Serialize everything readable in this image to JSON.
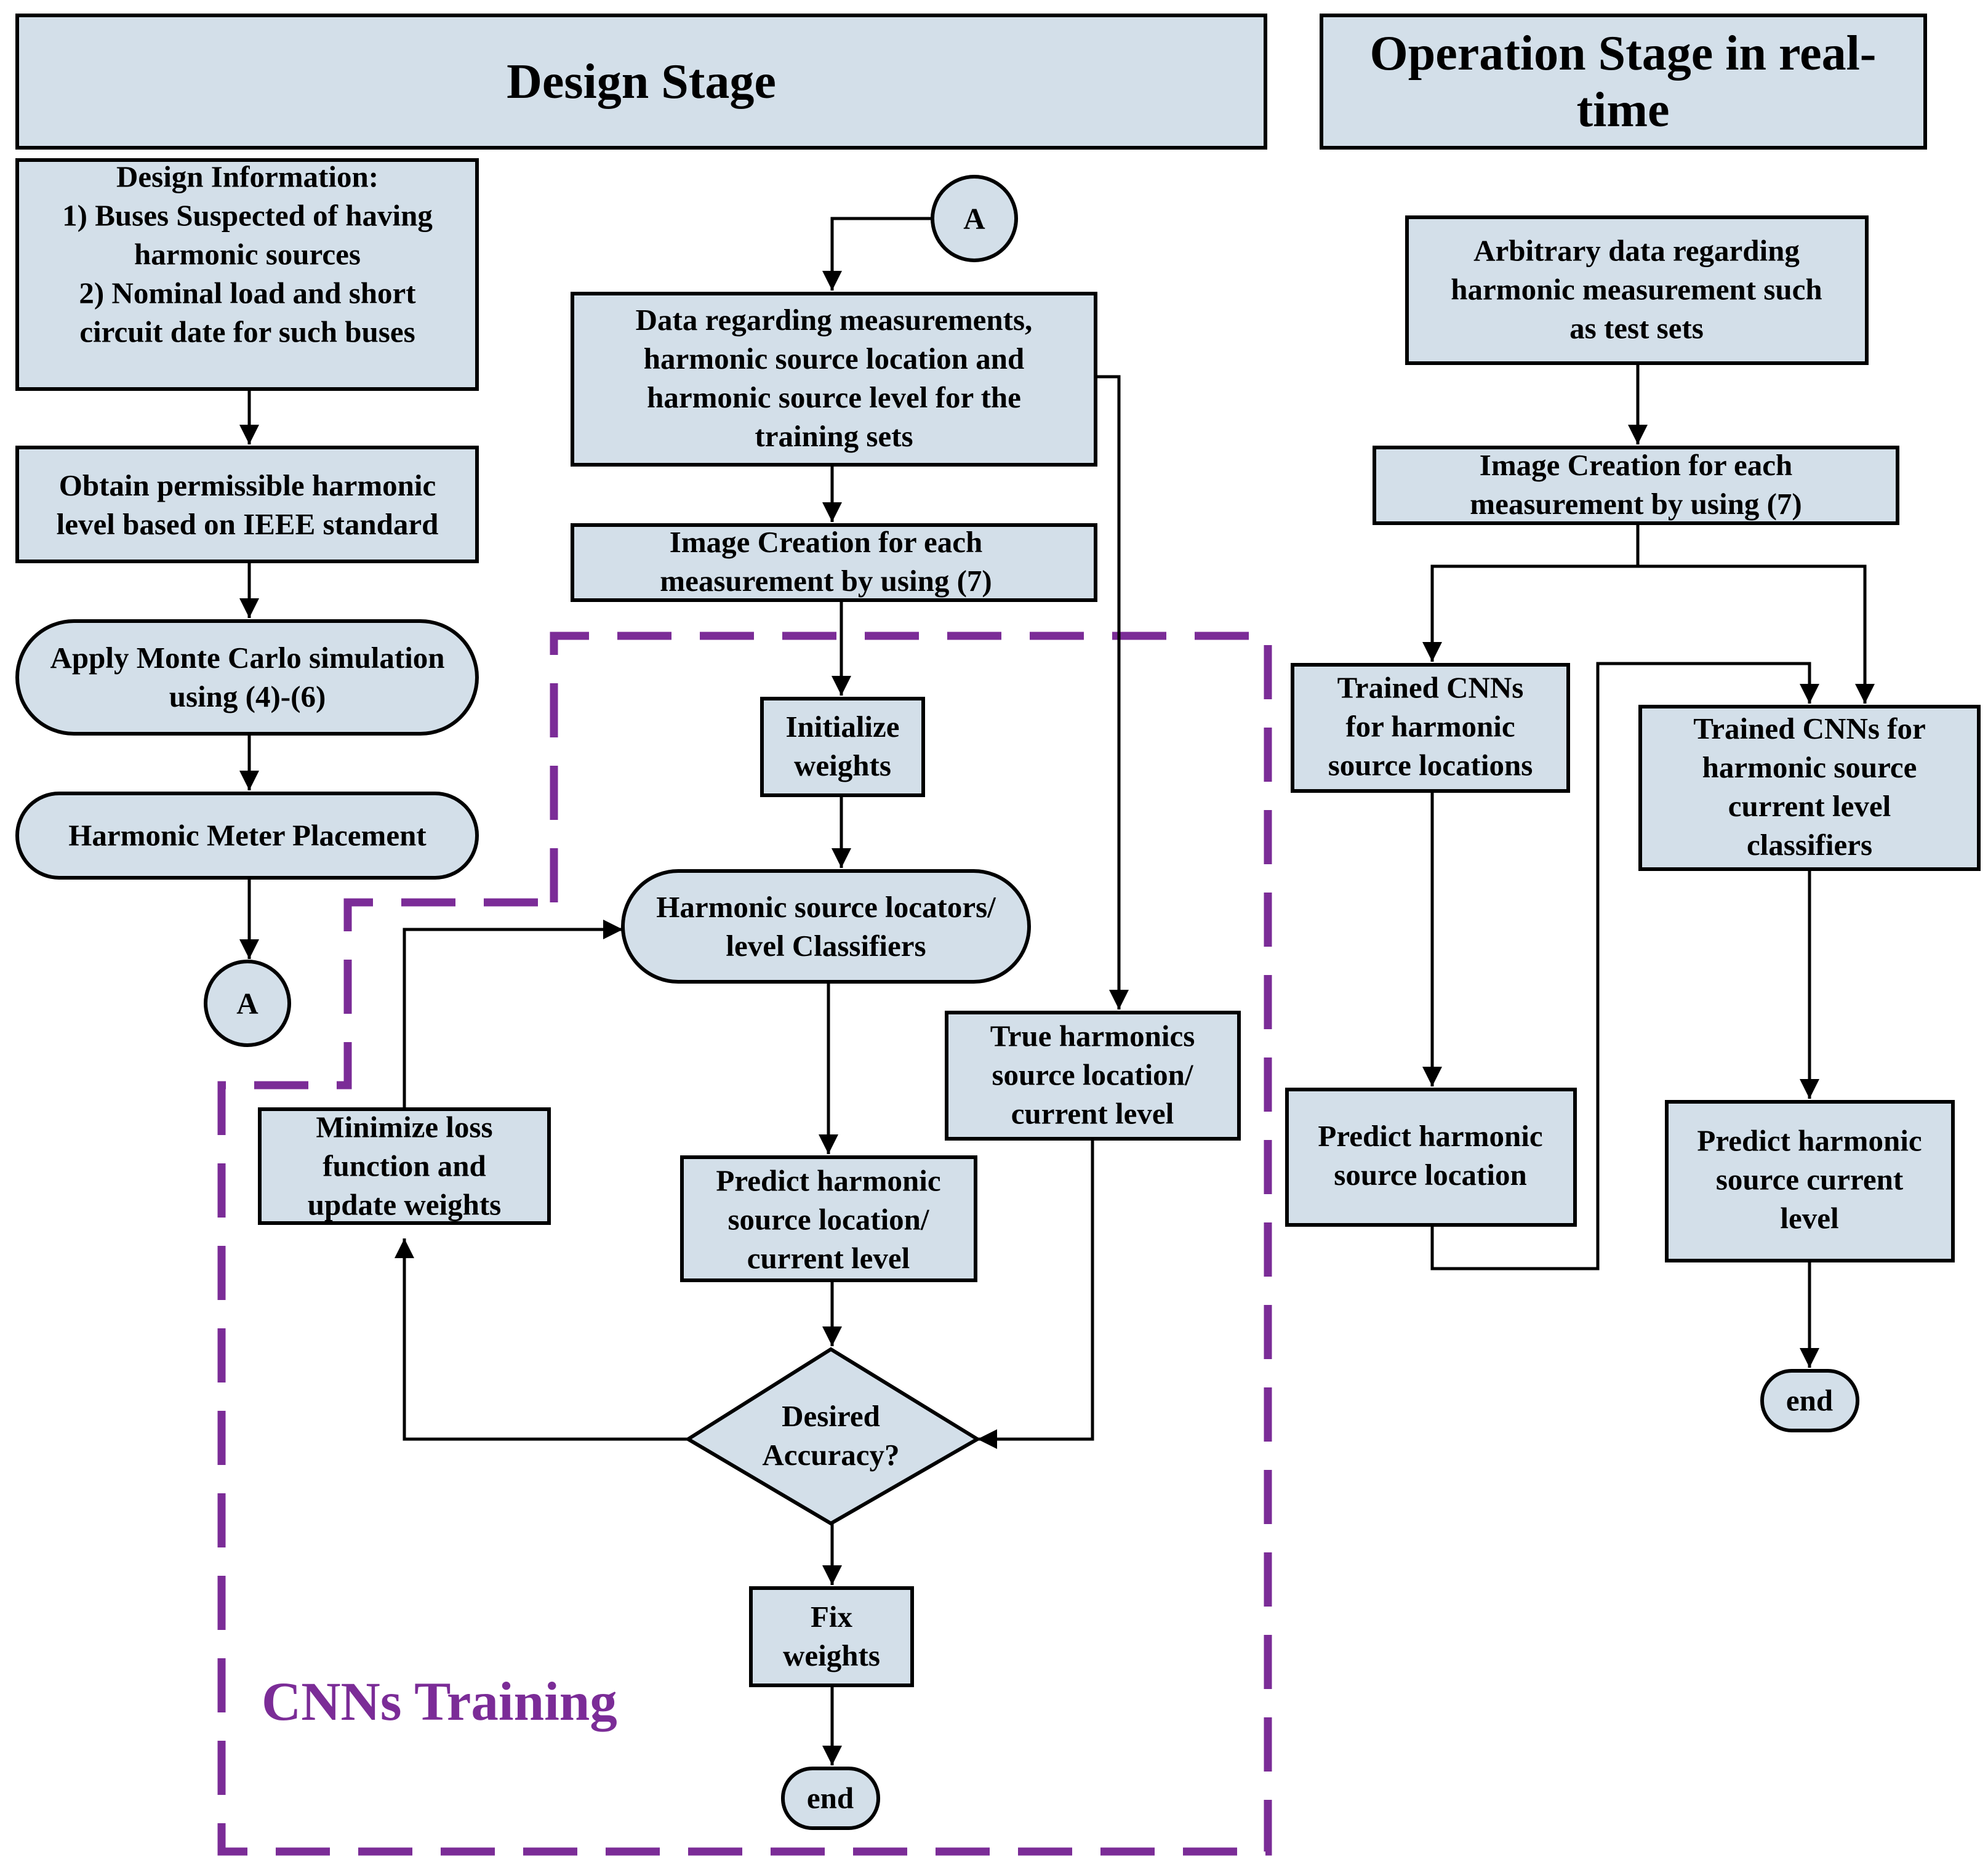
{
  "headers": {
    "design_stage": "Design Stage",
    "operation_stage": [
      "Operation Stage in real-",
      "time"
    ]
  },
  "design_column": {
    "design_info": [
      "Design Information:",
      "1) Buses Suspected of having",
      "harmonic sources",
      "2) Nominal load and short",
      "circuit date for such buses"
    ],
    "permissible_level": [
      "Obtain permissible harmonic",
      "level based on IEEE standard"
    ],
    "monte_carlo": [
      "Apply Monte Carlo simulation",
      "using (4)-(6)"
    ],
    "meter_placement": [
      "Harmonic Meter Placement"
    ],
    "connector_label": "A"
  },
  "training_column": {
    "connector_label": "A",
    "training_data": [
      "Data regarding measurements,",
      "harmonic source location and",
      "harmonic source level for the",
      "training sets"
    ],
    "image_creation": [
      "Image Creation for each",
      "measurement by using (7)"
    ],
    "initialize_weights": [
      "Initialize",
      "weights"
    ],
    "locators": [
      "Harmonic source locators/",
      "level Classifiers"
    ],
    "true_harmonics": [
      "True harmonics",
      "source location/",
      "current level"
    ],
    "minimize_loss": [
      "Minimize loss",
      "function and",
      "update weights"
    ],
    "predict": [
      "Predict harmonic",
      "source location/",
      "current level"
    ],
    "decision": [
      "Desired",
      "Accuracy?"
    ],
    "fix_weights": [
      "Fix",
      "weights"
    ],
    "end": "end",
    "region_label": "CNNs Training"
  },
  "operation_column": {
    "arbitrary_data": [
      "Arbitrary data regarding",
      "harmonic measurement such",
      "as test sets"
    ],
    "image_creation": [
      "Image Creation for each",
      "measurement by using (7)"
    ],
    "trained_locations": [
      "Trained CNNs",
      "for harmonic",
      "source locations"
    ],
    "trained_levels": [
      "Trained CNNs for",
      "harmonic source",
      "current level",
      "classifiers"
    ],
    "predict_location": [
      "Predict harmonic",
      "source location"
    ],
    "predict_level": [
      "Predict harmonic",
      "source current",
      "level"
    ],
    "end": "end"
  },
  "colors": {
    "box_fill": "#d3dfe9",
    "stroke": "#000000",
    "training_region": "#7b2c97"
  }
}
